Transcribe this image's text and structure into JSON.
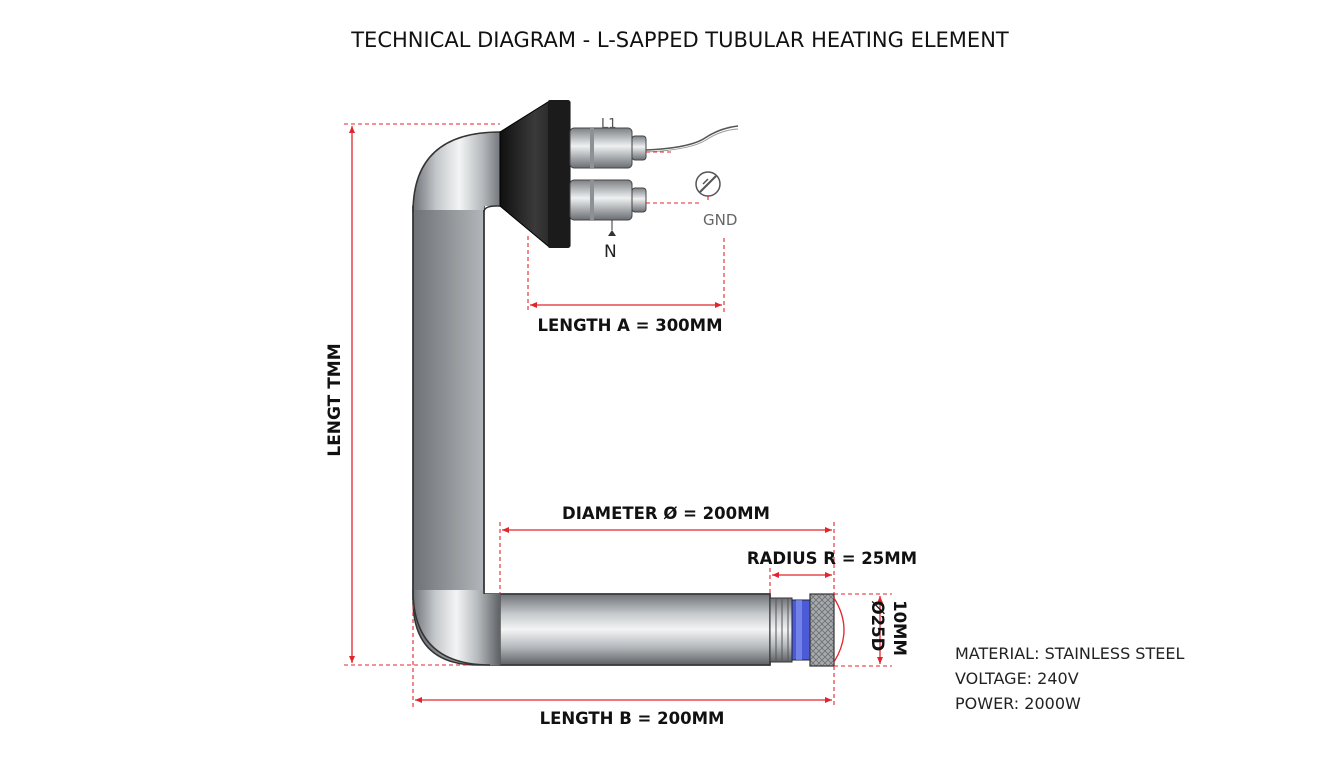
{
  "title": "TECHNICAL DIAGRAM - L-SAPPED TUBULAR HEATING ELEMENT",
  "labels": {
    "length_vertical": "LENGT TMM",
    "length_a": "LENGTH A = 300MM",
    "diameter": "DIAMETER Ø = 200MM",
    "radius": "RADIUS R = 25MM",
    "end_diameter": "Ø25D",
    "end_length": "10MM",
    "length_b": "LENGTH B = 200MM"
  },
  "terminals": {
    "l1": "L1",
    "n": "N",
    "gnd": "GND"
  },
  "specs": [
    "MATERIAL: STAINLESS STEEL",
    "VOLTAGE: 240V",
    "POWER: 2000W"
  ],
  "colors": {
    "dimension": "#e0262c",
    "tube": "#b9bcbf",
    "flange": "#1c1c1c",
    "end_ring": "#4a5ad8"
  }
}
